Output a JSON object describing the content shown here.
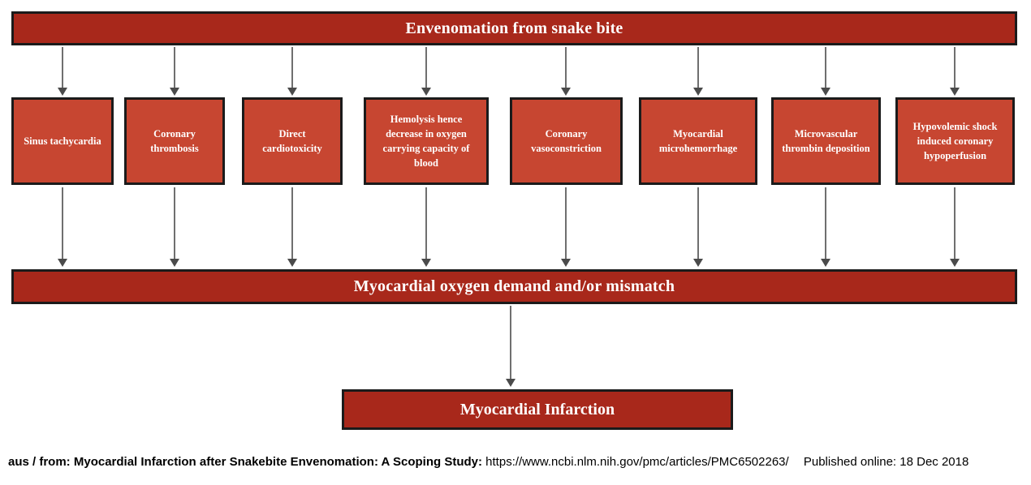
{
  "colors": {
    "bar_fill": "#a8281b",
    "mechanism_box_fill": "#c74631",
    "border": "#1b1b1b",
    "arrow_gray": "#6f6f6f",
    "box_text": "#ffffff",
    "caption_text": "#000000",
    "background": "#ffffff"
  },
  "flowchart": {
    "top_bar": {
      "label": "Envenomation from snake bite"
    },
    "mechanism_boxes": [
      {
        "label": "Sinus tachycardia"
      },
      {
        "label": "Coronary thrombosis"
      },
      {
        "label": "Direct cardiotoxicity"
      },
      {
        "label": "Hemolysis hence decrease in oxygen carrying capacity of blood"
      },
      {
        "label": "Coronary vasoconstriction"
      },
      {
        "label": "Myocardial microhemorrhage"
      },
      {
        "label": "Microvascular thrombin deposition"
      },
      {
        "label": "Hypovolemic shock induced coronary hypoperfusion"
      }
    ],
    "middle_bar": {
      "label": "Myocardial oxygen demand and/or mismatch"
    },
    "final_box": {
      "label": "Myocardial Infarction"
    }
  },
  "caption": {
    "source_prefix": "aus / from:",
    "title": "Myocardial Infarction after Snakebite Envenomation: A Scoping Study:",
    "url": "https://www.ncbi.nlm.nih.gov/pmc/articles/PMC6502263/",
    "published": "Published online: 18 Dec 2018"
  }
}
